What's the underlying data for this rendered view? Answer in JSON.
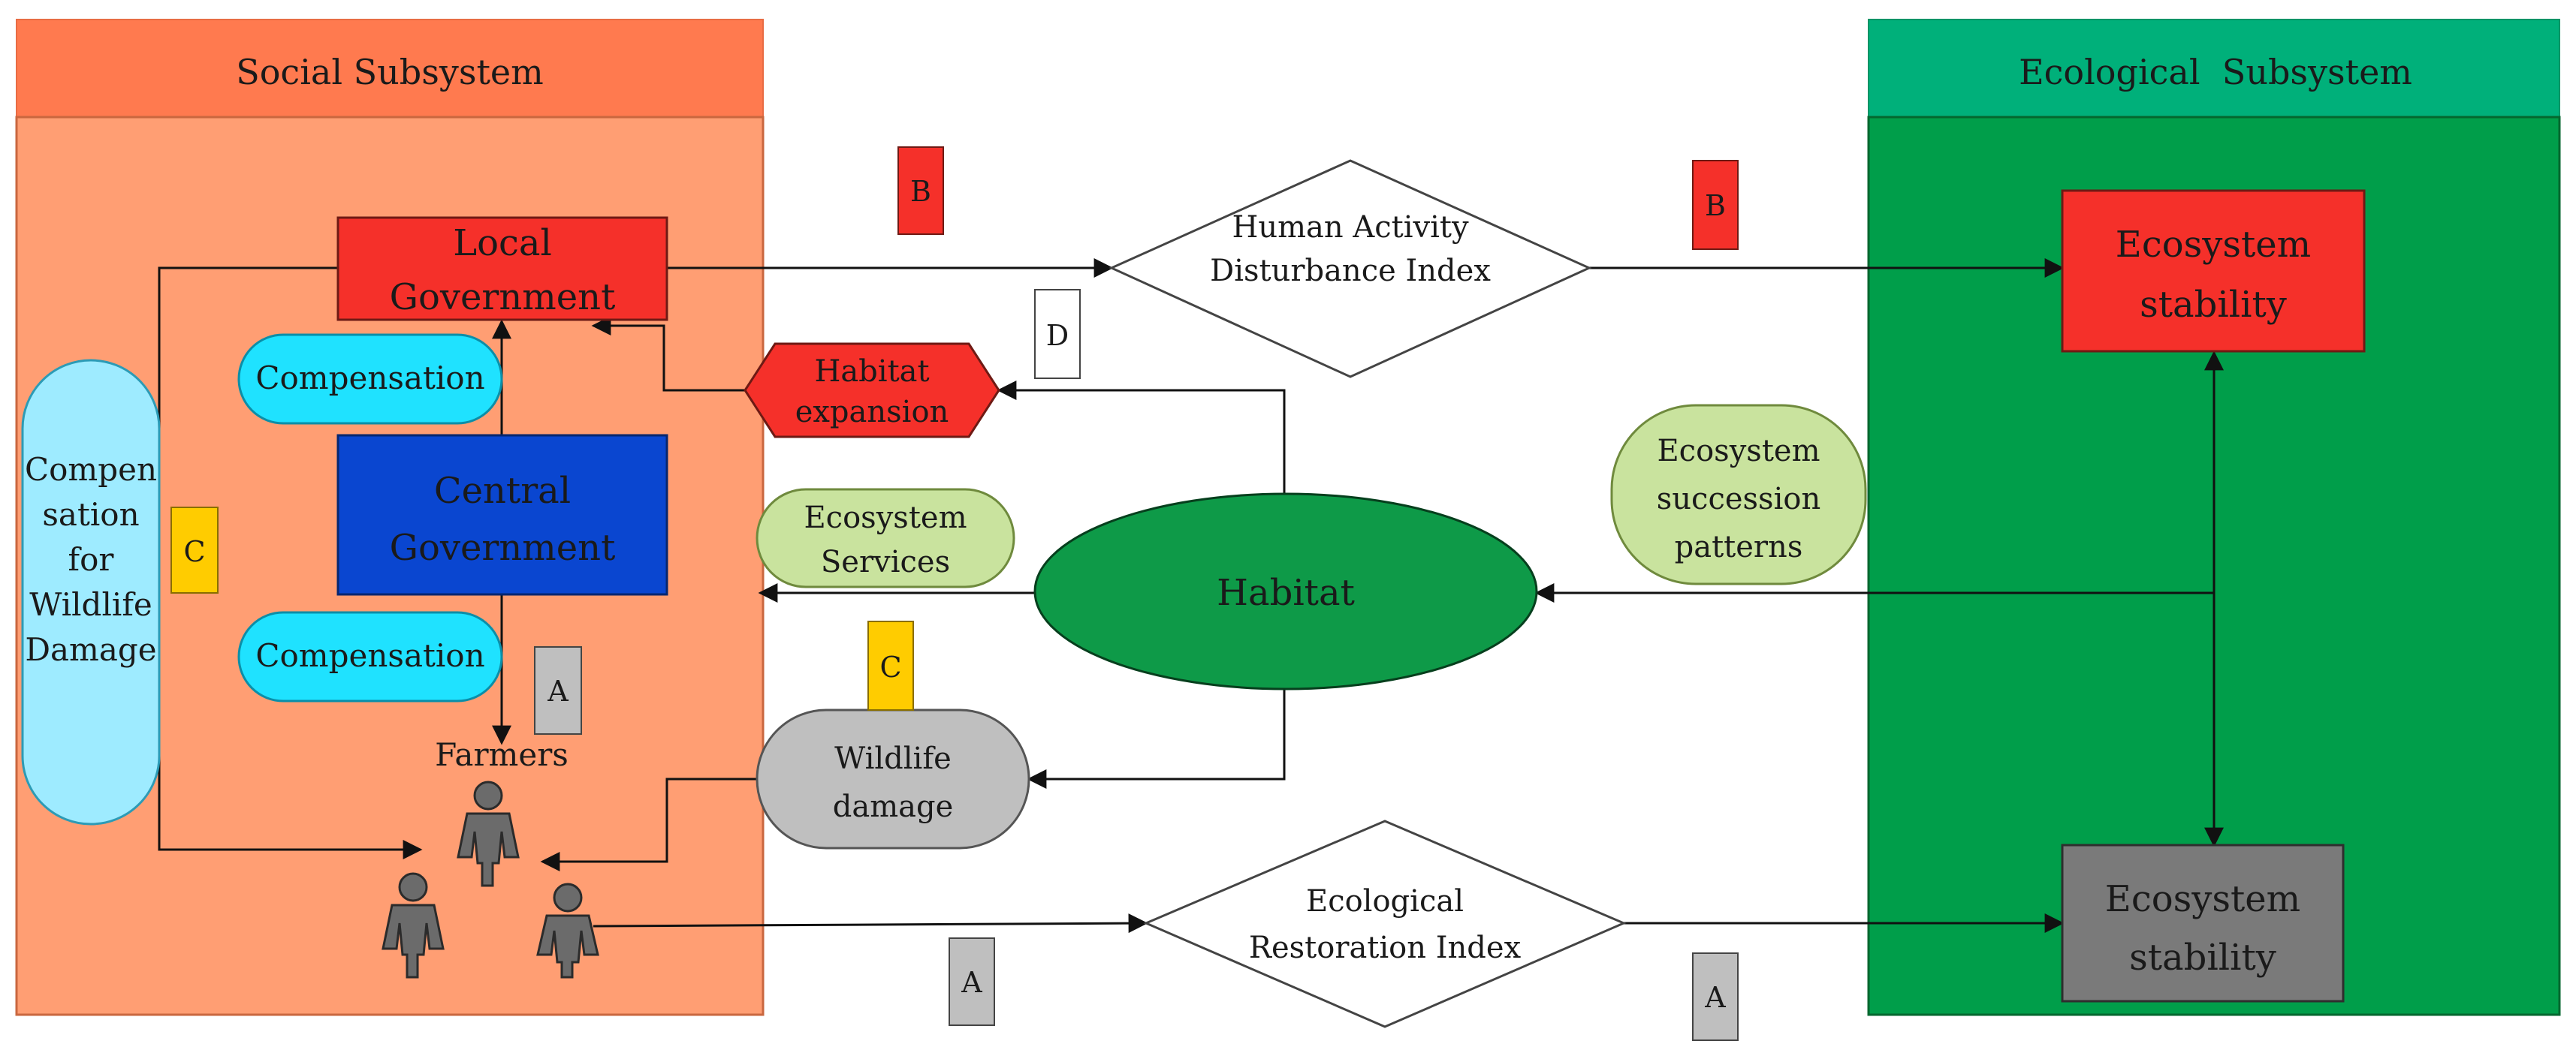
{
  "social": {
    "title": "Social Subsystem",
    "local_gov": [
      "Local",
      "Government"
    ],
    "central_gov": [
      "Central",
      "Government"
    ],
    "compensation_top": "Compensation",
    "compensation_bottom": "Compensation",
    "wildlife_comp": [
      "Compen",
      "sation",
      "for",
      "Wildlife",
      "Damage"
    ],
    "farmers": "Farmers",
    "habitat_expansion": [
      "Habitat",
      "expansion"
    ],
    "ecosystem_services": [
      "Ecosystem",
      "Services"
    ],
    "wildlife_damage": [
      "Wildlife",
      "damage"
    ]
  },
  "middle": {
    "human_activity": [
      "Human Activity",
      "Disturbance Index"
    ],
    "restoration": [
      "Ecological",
      "Restoration Index"
    ],
    "habitat": "Habitat",
    "succession": [
      "Ecosystem",
      "succession",
      "patterns"
    ]
  },
  "ecological": {
    "title": "Ecological  Subsystem",
    "stability_top": [
      "Ecosystem",
      "stability"
    ],
    "stability_bottom": [
      "Ecosystem",
      "stability"
    ]
  },
  "tags": {
    "b1": "B",
    "b2": "B",
    "d": "D",
    "c1": "C",
    "c2": "C",
    "a1": "A",
    "a2": "A",
    "a3": "A"
  },
  "colors": {
    "social_header": "#FF7A4F",
    "social_body": "#FF9E73",
    "eco_header": "#00B07A",
    "eco_body": "#009E4A",
    "red": "#F5302A",
    "blue": "#0A46D0",
    "cyan": "#1FE2FF",
    "light_cyan": "#9EEBFF",
    "light_green": "#C9E39E",
    "habitat_green": "#0E9A48",
    "gray": "#BFBFBF",
    "dark_gray": "#7A7A7A",
    "yellow": "#FFCC00"
  }
}
